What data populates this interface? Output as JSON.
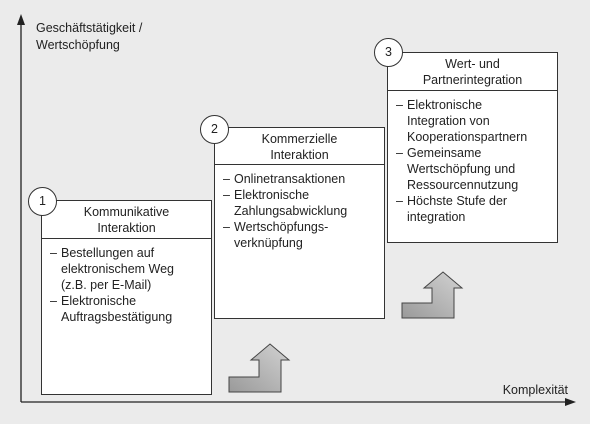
{
  "axes": {
    "y_label_lines": [
      "Geschäftstätigkeit /",
      "Wertschöpfung"
    ],
    "x_label": "Komplexität"
  },
  "stages": [
    {
      "number": "1",
      "title_lines": [
        "Kommunikative",
        "Interaktion"
      ],
      "items": [
        [
          "Bestellungen auf",
          "elektronischem Weg",
          "(z.B. per E-Mail)"
        ],
        [
          "Elektronische",
          "Auftragsbestätigung"
        ]
      ]
    },
    {
      "number": "2",
      "title_lines": [
        "Kommerzielle",
        "Interaktion"
      ],
      "items": [
        [
          "Onlinetransaktionen"
        ],
        [
          "Elektronische",
          "Zahlungsabwicklung"
        ],
        [
          "Wertschöpfungs-",
          "verknüpfung"
        ]
      ]
    },
    {
      "number": "3",
      "title_lines": [
        "Wert- und",
        "Partnerintegration"
      ],
      "items": [
        [
          "Elektronische",
          "Integration von",
          "Kooperationspartnern"
        ],
        [
          "Gemeinsame",
          "Wertschöpfung und",
          "Ressourcennutzung"
        ],
        [
          "Höchste Stufe der",
          "integration"
        ]
      ]
    }
  ]
}
